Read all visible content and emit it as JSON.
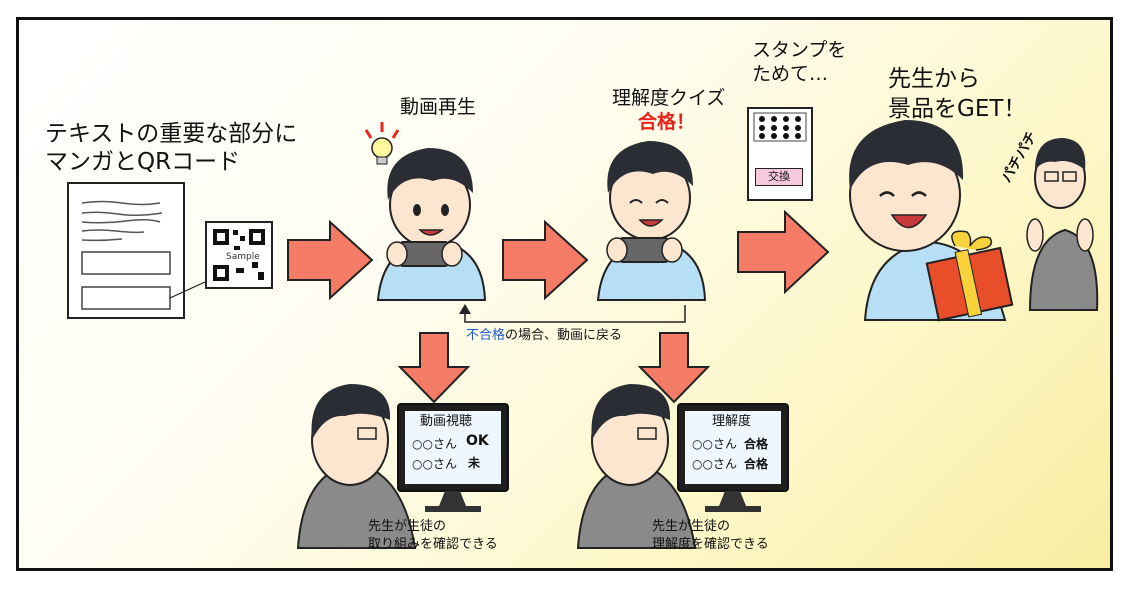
{
  "step1": {
    "line1": "テキストの重要な部分に",
    "line2": "マンガとQRコード",
    "qr_label": "Sample"
  },
  "step2": {
    "title": "動画再生"
  },
  "step3": {
    "title": "理解度クイズ",
    "result": "合格！"
  },
  "step4": {
    "line1": "スタンプを",
    "line2": "ためて…",
    "exchange_button": "交換"
  },
  "step5": {
    "line1": "先生から",
    "line2": "景品をGET！",
    "sfx": "パチパチ"
  },
  "loop": {
    "fail_word": "不合格",
    "rest": "の場合、動画に戻る"
  },
  "monitor_left": {
    "title": "動画視聴",
    "rows": [
      {
        "name": "○○さん",
        "status": "OK"
      },
      {
        "name": "○○さん",
        "status": "未"
      }
    ],
    "caption1": "先生が生徒の",
    "caption2": "取り組みを確認できる"
  },
  "monitor_right": {
    "title": "理解度",
    "rows": [
      {
        "name": "○○さん",
        "status": "合格"
      },
      {
        "name": "○○さん",
        "status": "合格"
      }
    ],
    "caption1": "先生が生徒の",
    "caption2": "理解度を確認できる"
  },
  "colors": {
    "arrow": "#f47b65",
    "arrow_stroke": "#222222",
    "pass": "#e8231b",
    "fail": "#1f5fd6",
    "ok": "#3fcf1e",
    "shirt": "#b6dff5",
    "hair": "#2a2d33"
  }
}
